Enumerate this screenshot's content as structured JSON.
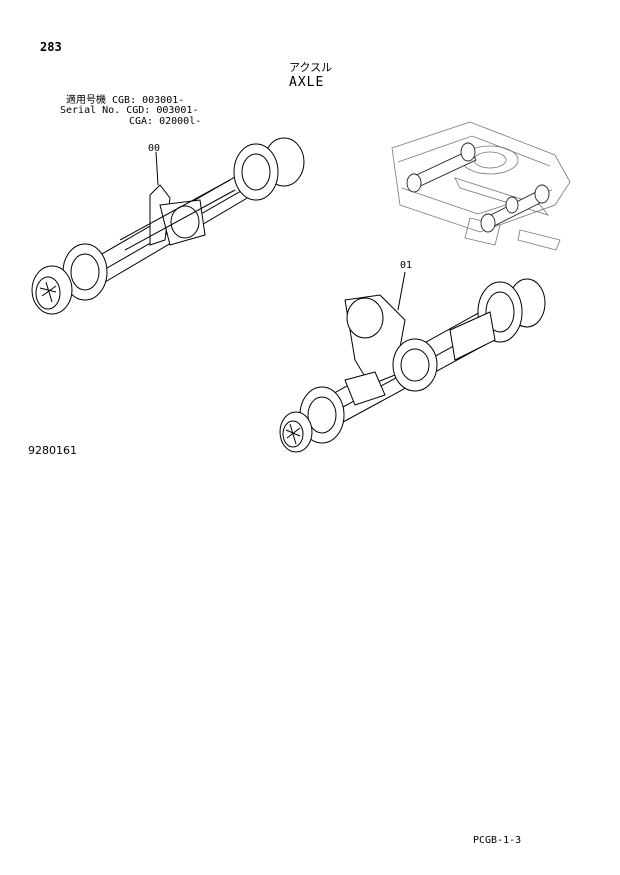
{
  "page": {
    "number": "283",
    "title_jp": "アクスル",
    "title_en": "AXLE",
    "serial": {
      "line1": "適用号機 CGB: 003001-",
      "line2": "Serial No. CGD: 003001-",
      "line3": "CGA: 02000l-"
    },
    "callouts": [
      "00",
      "01"
    ],
    "illustration_number": "9280161",
    "page_code": "PCGB-1-3"
  }
}
